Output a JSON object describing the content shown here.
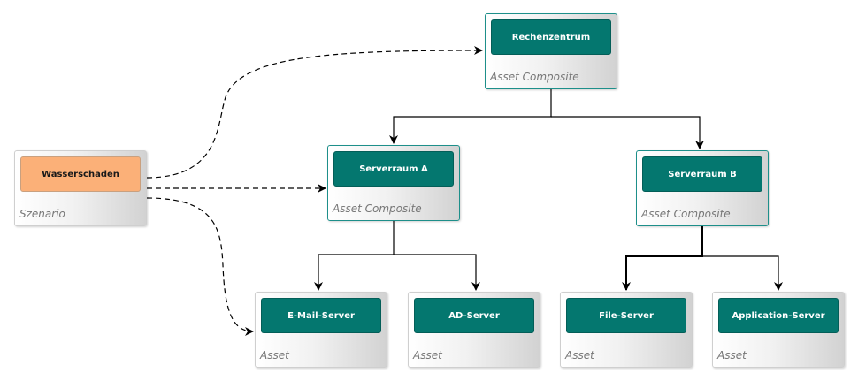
{
  "scenario": {
    "label": "Wasserschaden",
    "type": "Szenario"
  },
  "rechenzentrum": {
    "label": "Rechenzentrum",
    "type": "Asset Composite"
  },
  "serverraum_a": {
    "label": "Serverraum A",
    "type": "Asset Composite"
  },
  "serverraum_b": {
    "label": "Serverraum B",
    "type": "Asset Composite"
  },
  "email_server": {
    "label": "E-Mail-Server",
    "type": "Asset"
  },
  "ad_server": {
    "label": "AD-Server",
    "type": "Asset"
  },
  "file_server": {
    "label": "File-Server",
    "type": "Asset"
  },
  "application_server": {
    "label": "Application-Server",
    "type": "Asset"
  },
  "colors": {
    "composite_border": "#1d8f8a",
    "chip_fill": "#04776f",
    "scenario_chip_fill": "#fbb078",
    "stereotype_text": "#777777",
    "edge": "#000000"
  }
}
